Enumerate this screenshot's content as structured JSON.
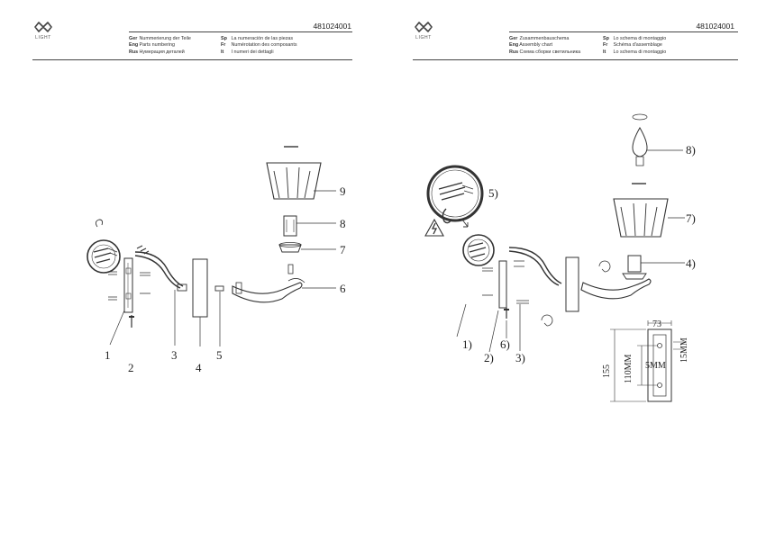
{
  "doc_code": "481024001",
  "logo": {
    "brand_text": "LIGHT"
  },
  "left_page": {
    "headers": [
      {
        "lang": "Ger",
        "text": "Nummerierung der Teile"
      },
      {
        "lang": "Eng",
        "text": "Parts numbering"
      },
      {
        "lang": "Rus",
        "text": "Нумерация деталей"
      }
    ],
    "headers2": [
      {
        "lang": "Sp",
        "text": "La numeración de las piezas"
      },
      {
        "lang": "Fr",
        "text": "Numérotation des composants"
      },
      {
        "lang": "It",
        "text": "I numeri dei dettagli"
      }
    ],
    "labels": [
      "1",
      "2",
      "3",
      "4",
      "5",
      "6",
      "7",
      "8",
      "9"
    ]
  },
  "right_page": {
    "headers": [
      {
        "lang": "Ger",
        "text": "Zusammenbauschema"
      },
      {
        "lang": "Eng",
        "text": "Assembly chart"
      },
      {
        "lang": "Rus",
        "text": "Схема сборки светильника"
      }
    ],
    "headers2": [
      {
        "lang": "Sp",
        "text": "Lo schema di montaggio"
      },
      {
        "lang": "Fr",
        "text": "Schéma d'assemblage"
      },
      {
        "lang": "It",
        "text": "Lo schema di montaggio"
      }
    ],
    "labels": [
      "1)",
      "2)",
      "3)",
      "4)",
      "5)",
      "6)",
      "7)",
      "8)"
    ],
    "dimensions": {
      "width": "73",
      "height": "155",
      "hole_spacing": "110MM",
      "hole_dia": "5MM",
      "offset": "15MM"
    }
  }
}
